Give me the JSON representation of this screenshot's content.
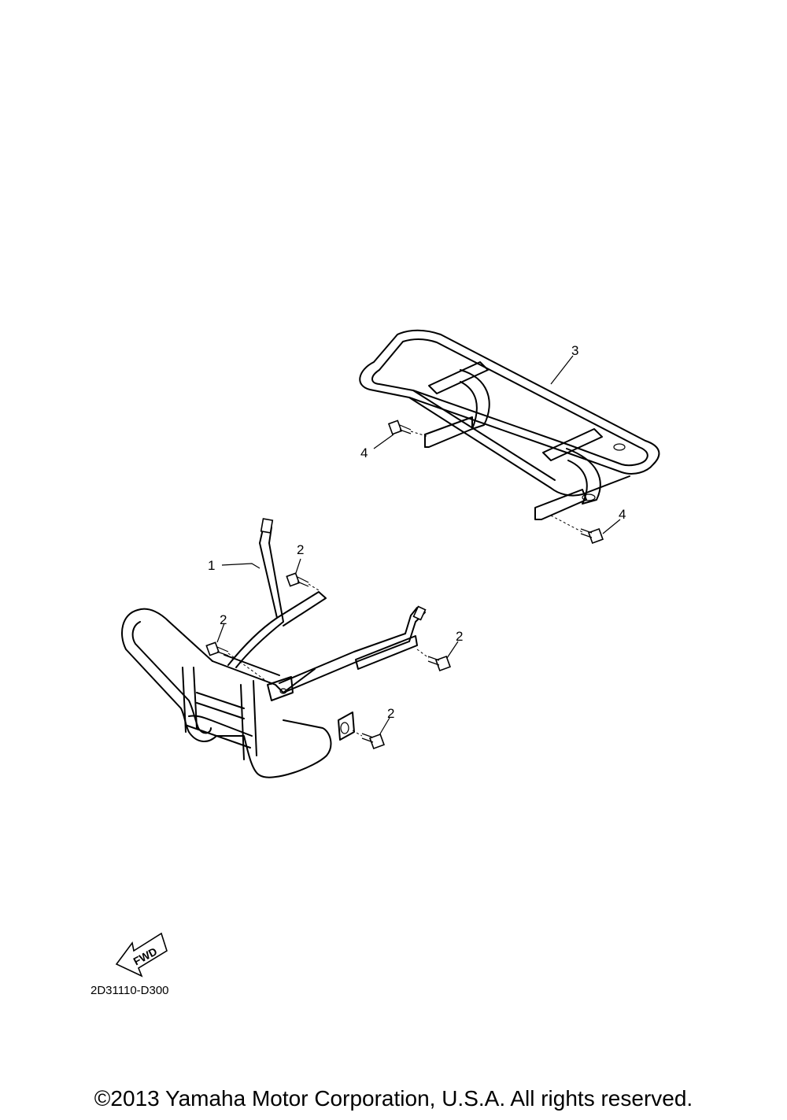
{
  "callouts": [
    {
      "id": "c1",
      "text": "1"
    },
    {
      "id": "c2a",
      "text": "2"
    },
    {
      "id": "c2b",
      "text": "2"
    },
    {
      "id": "c2c",
      "text": "2"
    },
    {
      "id": "c2d",
      "text": "2"
    },
    {
      "id": "c3",
      "text": "3"
    },
    {
      "id": "c4a",
      "text": "4"
    },
    {
      "id": "c4b",
      "text": "4"
    }
  ],
  "fwd_label": "FWD",
  "drawing_code": "2D31110-D300",
  "copyright": "©2013 Yamaha Motor Corporation, U.S.A. All rights reserved."
}
